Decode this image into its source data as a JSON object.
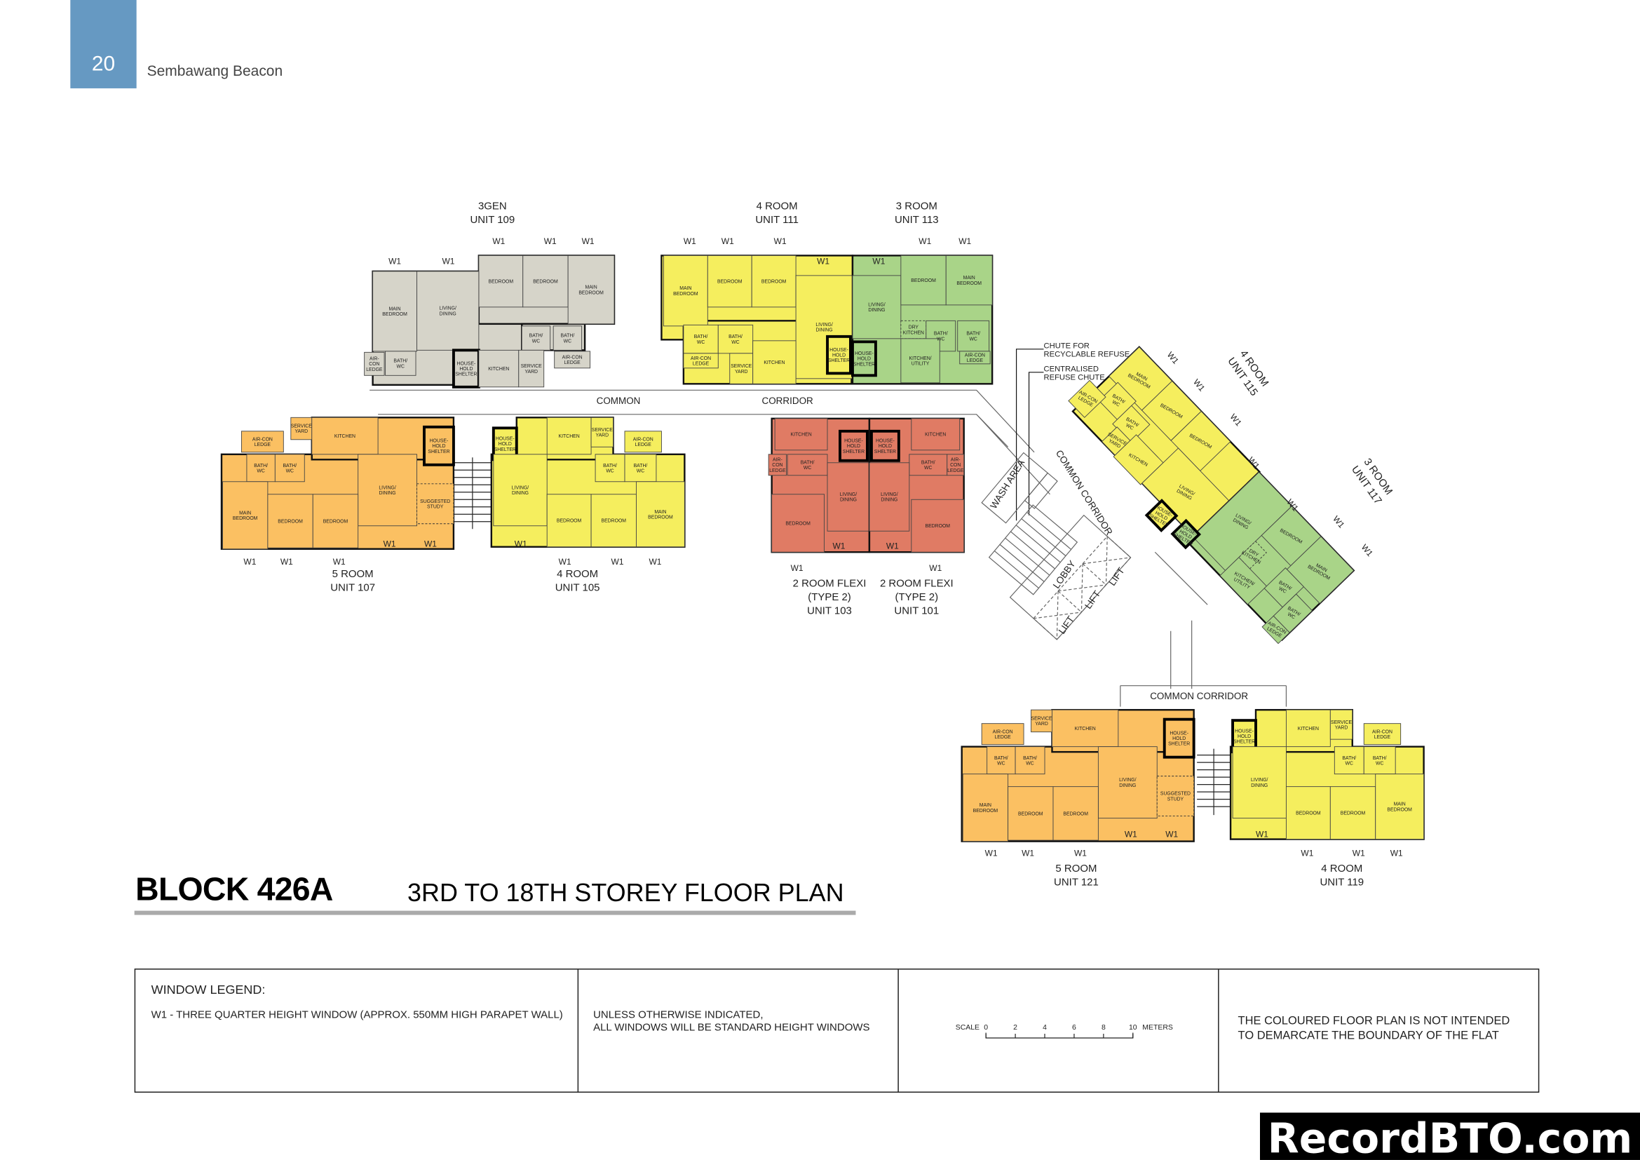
{
  "header": {
    "page_number": "20",
    "title": "Sembawang Beacon",
    "accent_color": "#6699c2"
  },
  "plan": {
    "block": "BLOCK 426A",
    "subtitle": "3RD TO 18TH STOREY FLOOR PLAN",
    "window_label": "W1",
    "corridor_labels": {
      "common": "COMMON",
      "corridor": "CORRIDOR",
      "diagonal": "COMMON   CORRIDOR",
      "bottom": "COMMON   CORRIDOR"
    },
    "core": {
      "chute_recyclable": "CHUTE FOR\nRECYCLABLE REFUSE",
      "chute_central": "CENTRALISED\nREFUSE CHUTE",
      "wash_area": "WASH AREA",
      "lobby": "LOBBY",
      "lift": "LIFT"
    },
    "units": [
      {
        "type": "3GEN",
        "unit": "UNIT 109",
        "color": "#d6d4c9",
        "rooms": [
          "MAIN\nBEDROOM",
          "BEDROOM",
          "BEDROOM",
          "MAIN\nBEDROOM",
          "LIVING/\nDINING",
          "BATH/\nWC",
          "BATH/\nWC",
          "AIR-CON\nLEDGE",
          "AIR-\nCON\nLEDGE",
          "BATH/\nWC",
          "HOUSE-\nHOLD\nSHELTER",
          "KITCHEN",
          "SERVICE\nYARD"
        ]
      },
      {
        "type": "4 ROOM",
        "unit": "UNIT 111",
        "color": "#f5ee5e",
        "rooms": [
          "MAIN\nBEDROOM",
          "BEDROOM",
          "BEDROOM",
          "LIVING/\nDINING",
          "BATH/\nWC",
          "BATH/\nWC",
          "AIR-CON\nLEDGE",
          "SERVICE\nYARD",
          "KITCHEN",
          "HOUSE-\nHOLD\nSHELTER"
        ]
      },
      {
        "type": "3 ROOM",
        "unit": "UNIT 113",
        "color": "#a9d488",
        "rooms": [
          "LIVING/\nDINING",
          "BEDROOM",
          "MAIN\nBEDROOM",
          "DRY\nKITCHEN",
          "BATH/\nWC",
          "BATH/\nWC",
          "AIR-CON\nLEDGE",
          "KITCHEN/\nUTILITY",
          "HOUSE-\nHOLD\nSHELTER"
        ]
      },
      {
        "type": "5 ROOM",
        "unit": "UNIT 107",
        "color": "#fbc062",
        "rooms": [
          "AIR-CON\nLEDGE",
          "SERVICE\nYARD",
          "KITCHEN",
          "BATH/\nWC",
          "BATH/\nWC",
          "LIVING/\nDINING",
          "HOUSE-\nHOLD\nSHELTER",
          "SUGGESTED\nSTUDY",
          "MAIN\nBEDROOM",
          "BEDROOM",
          "BEDROOM"
        ]
      },
      {
        "type": "4 ROOM",
        "unit": "UNIT 105",
        "color": "#f5ee5e",
        "rooms": [
          "HOUSE-\nHOLD\nSHELTER",
          "KITCHEN",
          "SERVICE\nYARD",
          "AIR-CON\nLEDGE",
          "BATH/\nWC",
          "BATH/\nWC",
          "LIVING/\nDINING",
          "BEDROOM",
          "BEDROOM",
          "MAIN\nBEDROOM"
        ]
      },
      {
        "type": "2 ROOM FLEXI",
        "variant": "(TYPE 2)",
        "unit": "UNIT 103",
        "color": "#e07b64",
        "rooms": [
          "KITCHEN",
          "AIR-\nCON\nLEDGE",
          "BATH/\nWC",
          "HOUSE-\nHOLD\nSHELTER",
          "LIVING/\nDINING",
          "BEDROOM"
        ]
      },
      {
        "type": "2 ROOM FLEXI",
        "variant": "(TYPE 2)",
        "unit": "UNIT 101",
        "color": "#e07b64",
        "rooms": [
          "HOUSE-\nHOLD\nSHELTER",
          "KITCHEN",
          "BATH/\nWC",
          "AIR-\nCON\nLEDGE",
          "LIVING/\nDINING",
          "BEDROOM"
        ]
      },
      {
        "type": "5 ROOM",
        "unit": "UNIT 121",
        "color": "#fbc062",
        "rooms": [
          "AIR-CON\nLEDGE",
          "SERVICE\nYARD",
          "KITCHEN",
          "BATH/\nWC",
          "BATH/\nWC",
          "LIVING/\nDINING",
          "HOUSE-\nHOLD\nSHELTER",
          "SUGGESTED\nSTUDY",
          "MAIN\nBEDROOM",
          "BEDROOM",
          "BEDROOM"
        ]
      },
      {
        "type": "4 ROOM",
        "unit": "UNIT 119",
        "color": "#f5ee5e",
        "rooms": [
          "HOUSE-\nHOLD\nSHELTER",
          "KITCHEN",
          "SERVICE\nYARD",
          "AIR-CON\nLEDGE",
          "BATH/\nWC",
          "BATH/\nWC",
          "LIVING/\nDINING",
          "BEDROOM",
          "BEDROOM",
          "MAIN\nBEDROOM"
        ]
      },
      {
        "type": "4 ROOM",
        "unit": "UNIT 115",
        "color": "#f5ee5e",
        "rooms": [
          "MAIN\nBEDROOM",
          "BEDROOM",
          "BEDROOM",
          "BATH/\nWC",
          "BATH/\nWC",
          "AIR-CON\nLEDGE",
          "SERVICE\nYARD",
          "KITCHEN",
          "LIVING/\nDINING",
          "HOUSE-\nHOLD\nSHELTER"
        ]
      },
      {
        "type": "3 ROOM",
        "unit": "UNIT 117",
        "color": "#a9d488",
        "rooms": [
          "LIVING/\nDINING",
          "BEDROOM",
          "MAIN\nBEDROOM",
          "DRY\nKITCHEN",
          "KITCHEN/\nUTILITY",
          "BATH/\nWC",
          "BATH/\nWC",
          "AIR-CON\nLEDGE",
          "HOUSE-\nHOLD\nSHELTER"
        ]
      }
    ]
  },
  "legend": {
    "heading": "WINDOW LEGEND:",
    "w1_description": "W1 - THREE QUARTER HEIGHT WINDOW (APPROX. 550MM HIGH PARAPET WALL)",
    "note_line1": "UNLESS OTHERWISE INDICATED,",
    "note_line2": "ALL WINDOWS WILL BE STANDARD HEIGHT WINDOWS",
    "scale": {
      "label": "SCALE",
      "ticks": [
        "0",
        "2",
        "4",
        "6",
        "8",
        "10"
      ],
      "unit": "METERS"
    },
    "disclaimer_line1": "THE COLOURED FLOOR PLAN IS NOT INTENDED",
    "disclaimer_line2": "TO DEMARCATE THE BOUNDARY OF THE FLAT"
  },
  "watermark": "RecordBTO.com"
}
